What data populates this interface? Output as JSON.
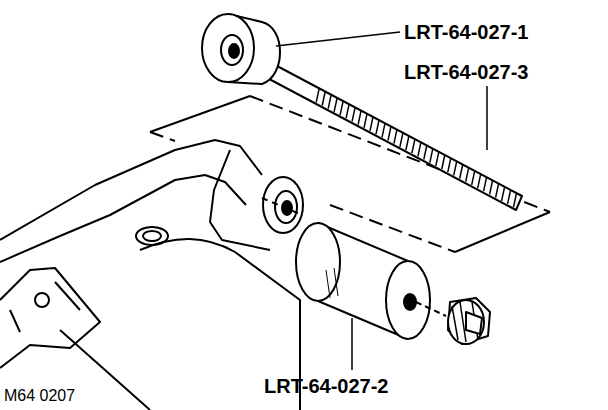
{
  "diagram": {
    "labels": [
      "LRT-64-027-1",
      "LRT-64-027-3",
      "LRT-64-027-2",
      "M64 0207"
    ]
  }
}
